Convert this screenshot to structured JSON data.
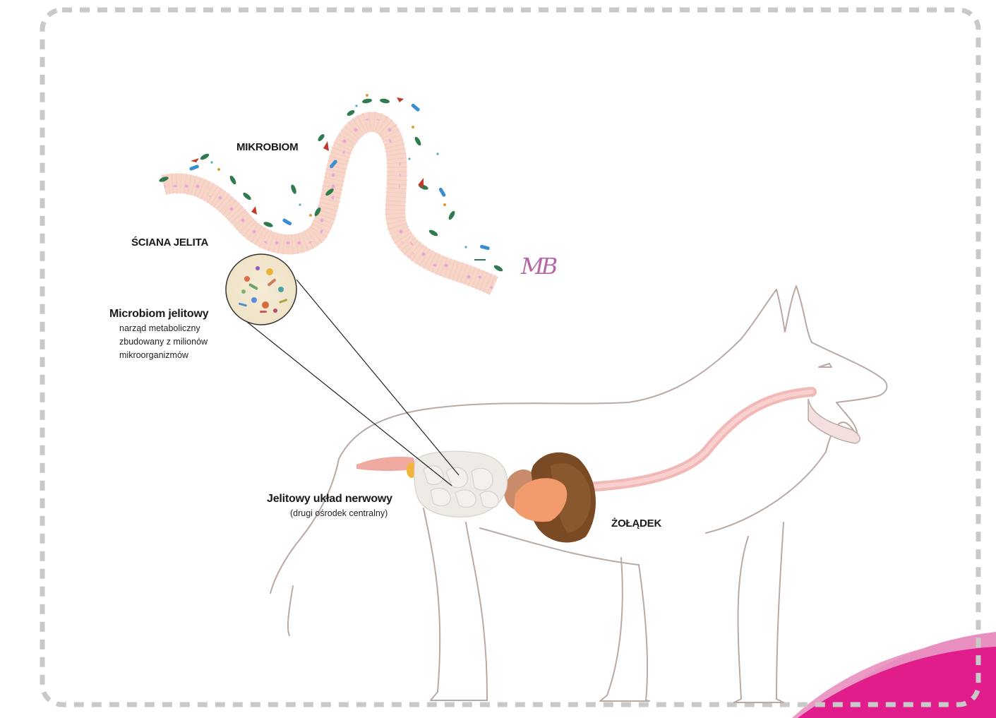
{
  "labels": {
    "mikrobiom": "MIKROBIOM",
    "sciana_jelita": "ŚCIANA JELITA",
    "microbiom_title": "Microbiom  jelitowy",
    "microbiom_desc_1": "narząd metaboliczny",
    "microbiom_desc_2": "zbudowany z milionów",
    "microbiom_desc_3": "mikroorganizmów",
    "ens_title": "Jelitowy układ nerwowy",
    "ens_desc": "(drugi ośrodek centralny)",
    "zoladek": "ŻOŁĄDEK"
  },
  "logo": {
    "text": "MB"
  },
  "colors": {
    "frame_dash": "#c9c9c9",
    "dog_outline": "#b9aaa3",
    "gut_wall": "#f7d5c9",
    "esophagus": "#f2b8b6",
    "stomach": "#7a4a24",
    "pancreas": "#f29b6c",
    "intestine": "#eeeae6",
    "accent_magenta": "#e01d8b",
    "accent_pink": "#e98fbf",
    "logo": "#b566a5"
  },
  "icons": [
    "bacteria-icon",
    "magnifier-circle-icon",
    "dog-silhouette-icon"
  ]
}
